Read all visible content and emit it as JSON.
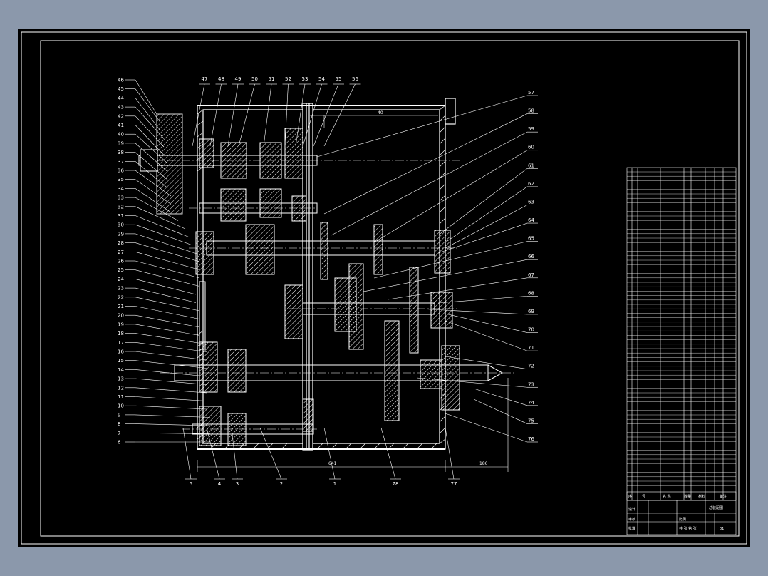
{
  "drawing": {
    "background_color": "#000000",
    "frame_color": "#ffffff",
    "window_color": "#8b98ab"
  },
  "left_callouts": [
    "46",
    "45",
    "44",
    "43",
    "42",
    "41",
    "40",
    "39",
    "38",
    "37",
    "36",
    "35",
    "34",
    "33",
    "32",
    "31",
    "30",
    "29",
    "28",
    "27",
    "26",
    "25",
    "24",
    "23",
    "22",
    "21",
    "20",
    "19",
    "18",
    "17",
    "16",
    "15",
    "14",
    "13",
    "12",
    "11",
    "10",
    "9",
    "8",
    "7",
    "6"
  ],
  "top_callouts": [
    "47",
    "48",
    "49",
    "50",
    "51",
    "52",
    "53",
    "54",
    "55",
    "56"
  ],
  "right_callouts": [
    "57",
    "58",
    "59",
    "60",
    "61",
    "62",
    "63",
    "64",
    "65",
    "66",
    "67",
    "68",
    "69",
    "70",
    "71",
    "72",
    "73",
    "74",
    "75",
    "76"
  ],
  "bottom_callouts": [
    "5",
    "4",
    "3",
    "2",
    "1",
    "78",
    "77"
  ],
  "dimensions": {
    "overall_width": "641",
    "right_extension": "186",
    "top_span": "40"
  },
  "title_block": {
    "header_cells": [
      "序",
      "号",
      "名  称",
      "数量",
      "材料",
      "备注"
    ],
    "design_label": "设计",
    "check_label": "审核",
    "approve_label": "批准",
    "scale_label": "比例",
    "sheet_label": "共 张 第 张",
    "drawing_title": "总装配图",
    "drawing_no": "01"
  }
}
